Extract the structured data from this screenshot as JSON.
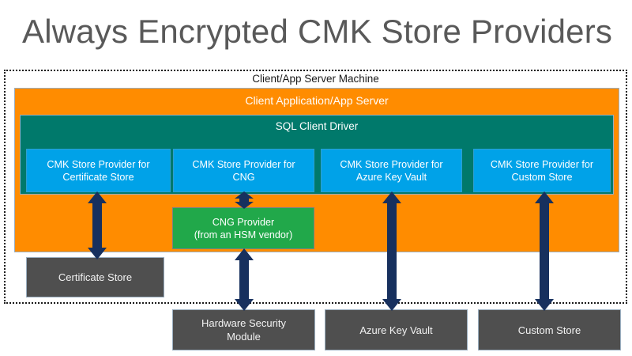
{
  "title": "Always Encrypted CMK Store Providers",
  "colors": {
    "title_text": "#595959",
    "orange": "#FF8C00",
    "teal": "#00796B",
    "blue": "#00A2E8",
    "green": "#21A84A",
    "gray_store": "#4F4F4F",
    "arrow_navy": "#17305E",
    "boundary": "#1A1A1A",
    "white_text": "#FFFFFF"
  },
  "boundary": {
    "label": "Client/App Server Machine",
    "style": "dotted"
  },
  "app_server": {
    "label": "Client Application/App Server"
  },
  "sql_driver": {
    "label": "SQL Client Driver"
  },
  "providers": [
    {
      "line1": "CMK Store Provider for",
      "line2": "Certificate Store",
      "name": "cmk-store-provider-certificate-store"
    },
    {
      "line1": "CMK Store Provider for",
      "line2": "CNG",
      "name": "cmk-store-provider-cng"
    },
    {
      "line1": "CMK Store Provider for",
      "line2": "Azure Key Vault",
      "name": "cmk-store-provider-azure-key-vault"
    },
    {
      "line1": "CMK Store Provider for",
      "line2": "Custom Store",
      "name": "cmk-store-provider-custom-store"
    }
  ],
  "cng_provider": {
    "line1": "CNG Provider",
    "line2": "(from an HSM vendor)"
  },
  "stores": [
    {
      "line1": "Certificate Store",
      "line2": "",
      "name": "certificate-store"
    },
    {
      "line1": "Hardware Security",
      "line2": "Module",
      "name": "hardware-security-module"
    },
    {
      "line1": "Azure Key Vault",
      "line2": "",
      "name": "azure-key-vault"
    },
    {
      "line1": "Custom Store",
      "line2": "",
      "name": "custom-store"
    }
  ],
  "connectors": [
    {
      "name": "connector-certificate-store",
      "from": "cmk-store-provider-certificate-store",
      "to": "certificate-store",
      "heads": "double"
    },
    {
      "name": "connector-cng-provider",
      "from": "cmk-store-provider-cng",
      "to": "cng-provider",
      "heads": "double"
    },
    {
      "name": "connector-hsm",
      "from": "cng-provider",
      "to": "hardware-security-module",
      "heads": "double"
    },
    {
      "name": "connector-azure-key-vault",
      "from": "cmk-store-provider-azure-key-vault",
      "to": "azure-key-vault",
      "heads": "double"
    },
    {
      "name": "connector-custom-store",
      "from": "cmk-store-provider-custom-store",
      "to": "custom-store",
      "heads": "double"
    }
  ]
}
